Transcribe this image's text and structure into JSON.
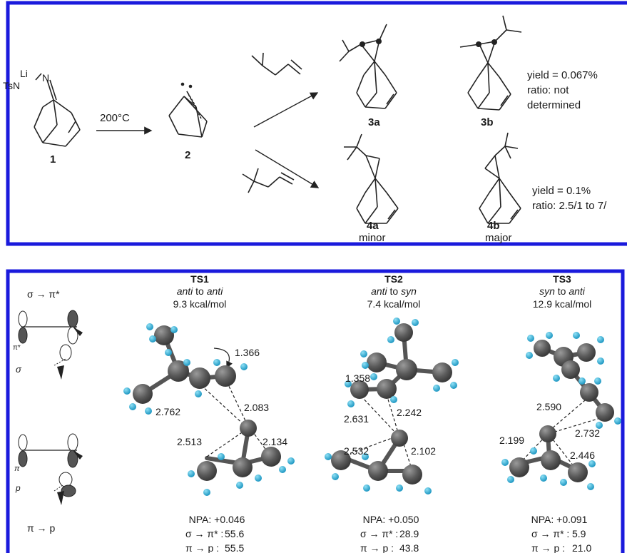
{
  "colors": {
    "frame": "#1a1adc",
    "atom": "#5a5a5a",
    "hydrogen": "#2aa8d0",
    "bond": "#222222"
  },
  "scheme": {
    "reagent_label": "TsN",
    "li_label": "Li",
    "n_label": "N",
    "conditions": "200°C",
    "compounds": {
      "c1": "1",
      "c2": "2",
      "c3a": "3a",
      "c3b": "3b",
      "c4a": "4a",
      "c4b": "4b"
    },
    "minor": "minor",
    "major": "major",
    "result_top": {
      "yield": "yield = 0.067%",
      "ratio_l1": "ratio: not",
      "ratio_l2": "determined"
    },
    "result_bottom": {
      "yield": "yield = 0.1%",
      "ratio": "ratio: 2.5/1 to 7/"
    }
  },
  "orbitals": {
    "top_caption": "σ → π*",
    "label_pistar": "π*",
    "label_sigma": "σ",
    "label_pi": "π",
    "label_p": "p",
    "bottom_caption": "π → p"
  },
  "ts": [
    {
      "name": "TS1",
      "sub_a": "anti",
      "sub_mid": " to ",
      "sub_b": "anti",
      "energy": "9.3 kcal/mol",
      "d1": "1.366",
      "d2": "2.762",
      "d3": "2.083",
      "d4": "2.513",
      "d5": "2.134",
      "npa": "NPA: +0.046",
      "sig_label": "σ → π* :",
      "sig_val": "55.6",
      "pi_label": "π → p :",
      "pi_val": "55.5"
    },
    {
      "name": "TS2",
      "sub_a": "anti",
      "sub_mid": " to ",
      "sub_b": "syn",
      "energy": "7.4 kcal/mol",
      "d1": "1.358",
      "d2": "2.631",
      "d3": "2.242",
      "d4": "2.532",
      "d5": "2.102",
      "npa": "NPA: +0.050",
      "sig_label": "σ → π* :",
      "sig_val": "28.9",
      "pi_label": "π → p :",
      "pi_val": "43.8"
    },
    {
      "name": "TS3",
      "sub_a": "syn",
      "sub_mid": " to ",
      "sub_b": "anti",
      "energy": "12.9 kcal/mol",
      "d1": "2.590",
      "d2": "2.732",
      "d3": "2.199",
      "d4": "2.446",
      "npa": "NPA: +0.091",
      "sig_label": "σ → π* :",
      "sig_val": "5.9",
      "pi_label": "π → p :",
      "pi_val": "21.0"
    }
  ]
}
